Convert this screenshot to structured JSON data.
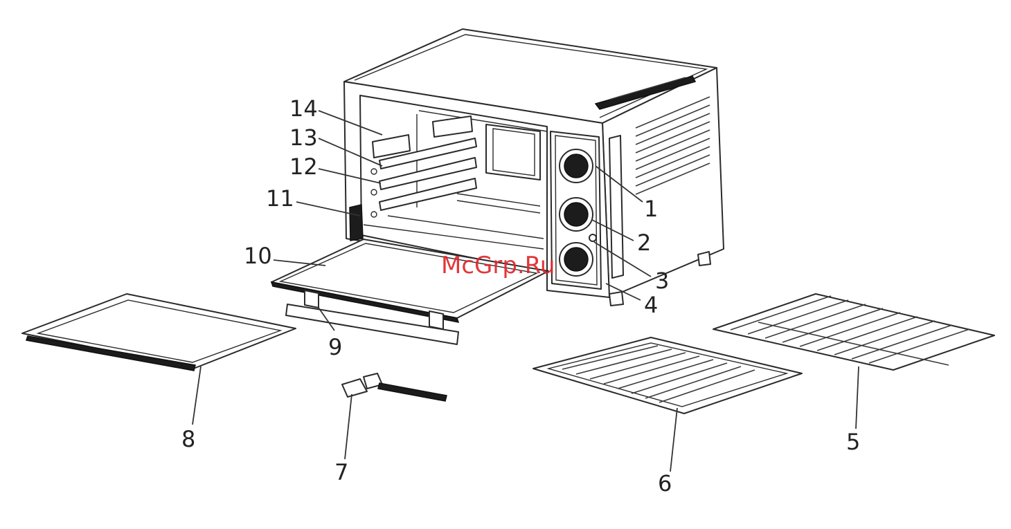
{
  "diagram": {
    "callouts": [
      {
        "id": "1",
        "label": "1"
      },
      {
        "id": "2",
        "label": "2"
      },
      {
        "id": "3",
        "label": "3"
      },
      {
        "id": "4",
        "label": "4"
      },
      {
        "id": "5",
        "label": "5"
      },
      {
        "id": "6",
        "label": "6"
      },
      {
        "id": "7",
        "label": "7"
      },
      {
        "id": "8",
        "label": "8"
      },
      {
        "id": "9",
        "label": "9"
      },
      {
        "id": "10",
        "label": "10"
      },
      {
        "id": "11",
        "label": "11"
      },
      {
        "id": "12",
        "label": "12"
      },
      {
        "id": "13",
        "label": "13"
      },
      {
        "id": "14",
        "label": "14"
      }
    ],
    "watermark": "McGrp.Ru"
  }
}
